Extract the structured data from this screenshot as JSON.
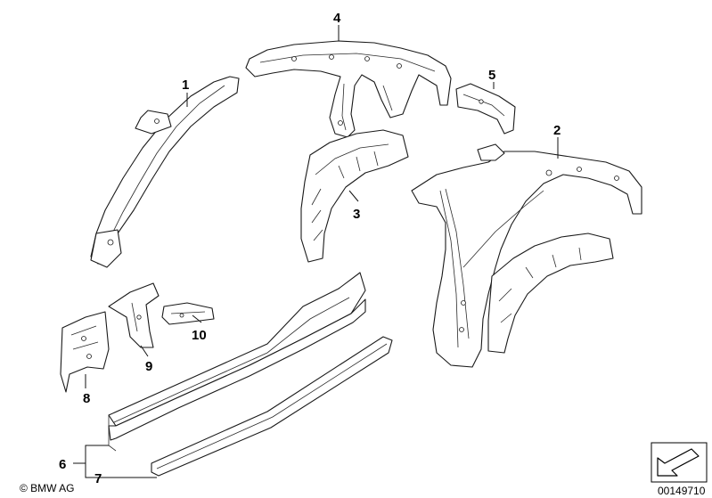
{
  "callouts": [
    "1",
    "2",
    "3",
    "4",
    "5",
    "6",
    "7",
    "8",
    "9",
    "10"
  ],
  "footer": {
    "copyright": "© BMW AG",
    "diagram_number": "00149710"
  }
}
